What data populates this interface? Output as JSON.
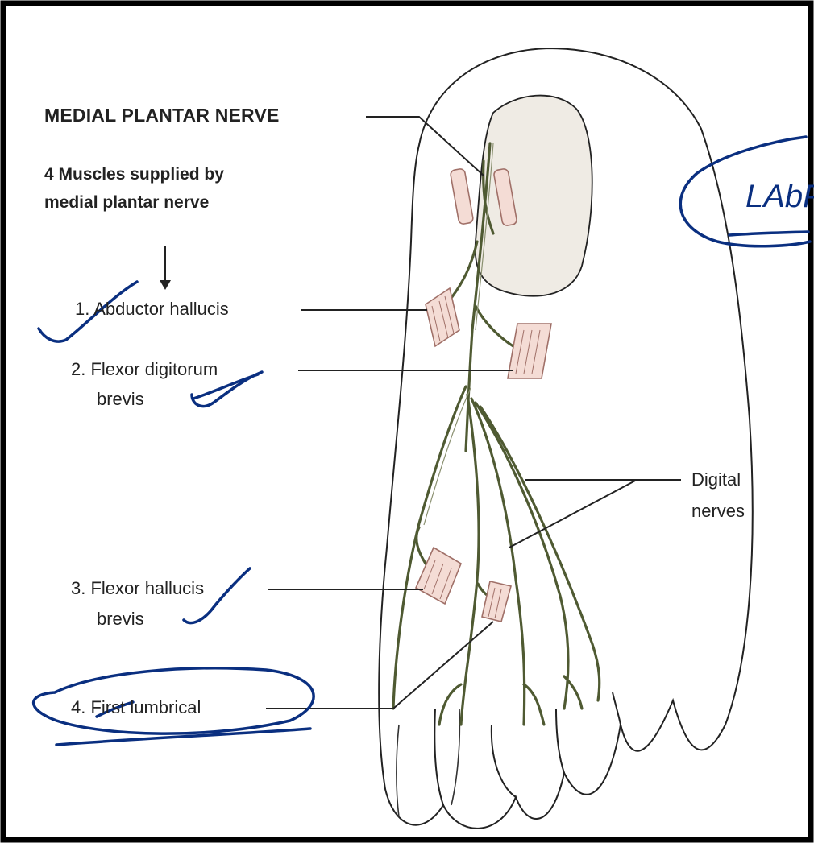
{
  "diagram": {
    "title": "MEDIAL PLANTAR NERVE",
    "subtitle_line1": "4 Muscles supplied by",
    "subtitle_line2": "medial plantar nerve",
    "muscles": [
      {
        "line1": "1. Abductor hallucis"
      },
      {
        "line1": "2. Flexor digitorum",
        "line2": "brevis"
      },
      {
        "line1": "3. Flexor hallucis",
        "line2": "brevis"
      },
      {
        "line1": "4. First lumbrical"
      }
    ],
    "digital_label_line1": "Digital",
    "digital_label_line2": "nerves"
  },
  "annotation": {
    "handwritten_text": "LAbP"
  },
  "colors": {
    "frame": "#000000",
    "outline": "#222222",
    "nerve": "#4f5a32",
    "heel_pad": "#efebe4",
    "muscle_fill": "#f4dcd5",
    "muscle_stroke": "#a07068",
    "ink": "#0a2f80"
  }
}
